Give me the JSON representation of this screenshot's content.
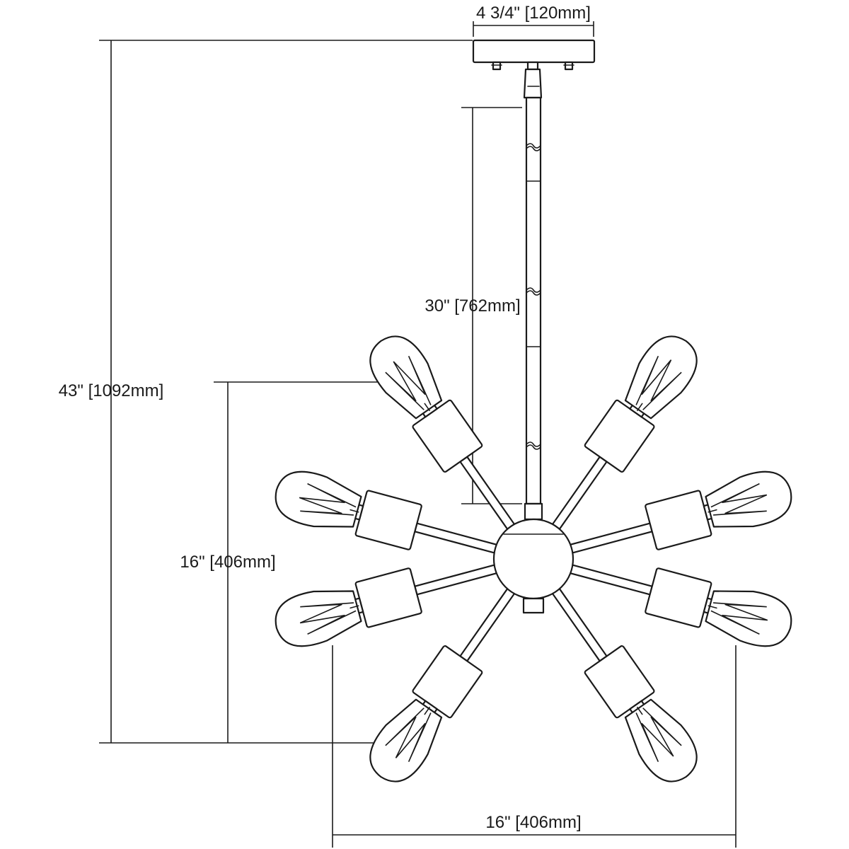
{
  "dimensions": {
    "canopy_width": "4 3/4\" [120mm]",
    "stem_length": "30\" [762mm]",
    "overall_height": "43\" [1092mm]",
    "fixture_height": "16\" [406mm]",
    "fixture_width": "16\" [406mm]"
  },
  "fixture": {
    "arm_count": 8,
    "arm_angles_deg": [
      -125,
      -55,
      -15,
      15,
      55,
      125,
      165,
      195
    ]
  },
  "colors": {
    "line": "#1a1a1a",
    "background": "#ffffff"
  }
}
